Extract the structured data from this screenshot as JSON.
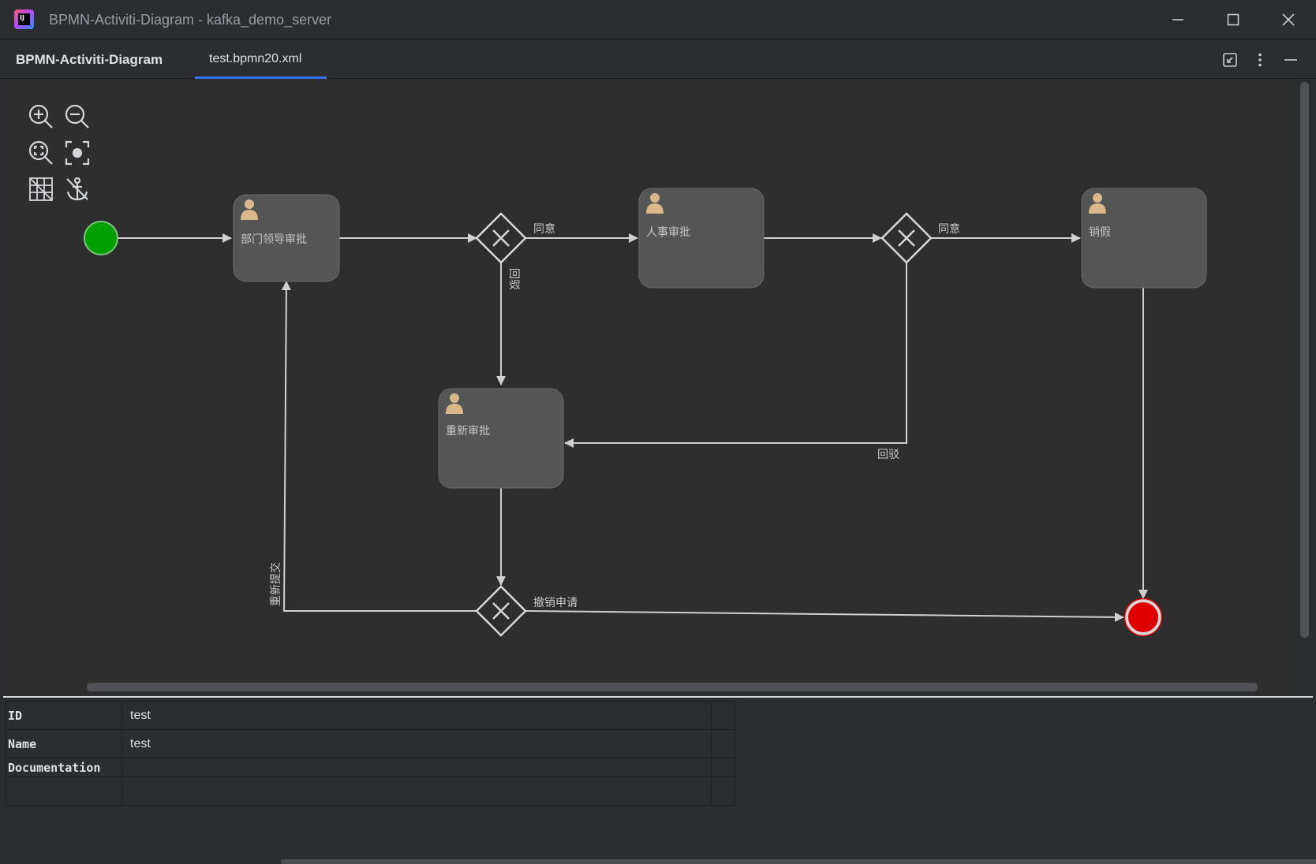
{
  "window": {
    "title": "BPMN-Activiti-Diagram - kafka_demo_server",
    "logo_text": "IJ",
    "controls": [
      "minimize-icon",
      "maximize-icon",
      "close-icon"
    ]
  },
  "tool_window": {
    "title": "BPMN-Activiti-Diagram",
    "tabs": [
      {
        "label": "test.bpmn20.xml",
        "active": true
      }
    ],
    "actions": [
      "restore-icon",
      "more-options-icon",
      "hide-icon"
    ]
  },
  "zoom_toolbar": [
    "zoom-in-icon",
    "zoom-out-icon",
    "zoom-fit-icon",
    "zoom-actual-icon",
    "grid-icon",
    "anchor-icon"
  ],
  "diagram": {
    "tasks": {
      "dept_approval": "部门领导审批",
      "hr_approval": "人事审批",
      "cancel_leave": "销假",
      "reapply": "重新审批"
    },
    "flow_labels": {
      "agree_1": "同意",
      "agree_2": "同意",
      "reject_1": "回驳",
      "reject_2": "回驳",
      "resubmit": "重新提交",
      "cancel_request": "撤销申请"
    },
    "colors": {
      "start_event": "#00a000",
      "end_event": "#e00000",
      "task_fill": "#555555",
      "task_icon": "#d9b98a",
      "flow": "#d0d0d0"
    }
  },
  "properties": {
    "rows": [
      {
        "key": "ID",
        "value": "test"
      },
      {
        "key": "Name",
        "value": "test"
      },
      {
        "key": "Documentation",
        "value": ""
      },
      {
        "key": "",
        "value": ""
      }
    ]
  }
}
